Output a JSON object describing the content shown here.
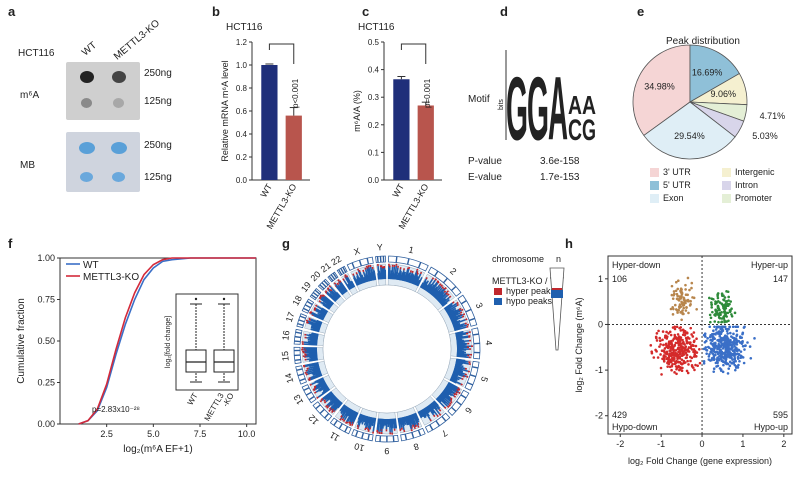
{
  "panels": {
    "a": "a",
    "b": "b",
    "c": "c",
    "d": "d",
    "e": "e",
    "f": "f",
    "g": "g",
    "h": "h"
  },
  "panel_a": {
    "cell_line": "HCT116",
    "col_labels": [
      "WT",
      "METTL3-KO"
    ],
    "row_m6a": "m⁶A",
    "row_mb": "MB",
    "amount_labels": [
      "250ng",
      "125ng",
      "250ng",
      "125ng"
    ]
  },
  "panel_d": {
    "motif_label": "Motif",
    "bits_label": "bits",
    "motif_letters": [
      "G",
      "G",
      "A",
      "A",
      "C",
      "A",
      "G"
    ],
    "stats": [
      {
        "label": "P-value",
        "value": "3.6e-158"
      },
      {
        "label": "E-value",
        "value": "1.7e-153"
      }
    ]
  },
  "panel_e": {
    "title": "Peak distribution",
    "legend": [
      {
        "label": "3' UTR",
        "color": "#f5d5d5"
      },
      {
        "label": "Intergenic",
        "color": "#f5f0d0"
      },
      {
        "label": "5' UTR",
        "color": "#8fc0d8"
      },
      {
        "label": "Intron",
        "color": "#d8d5ea"
      },
      {
        "label": "Exon",
        "color": "#dfeef6"
      },
      {
        "label": "Promoter",
        "color": "#e4efd6"
      }
    ]
  },
  "panel_g": {
    "chromosome_label": "chromosome",
    "n_label": "n",
    "comparison_label": "METTL3-KO / WT",
    "legend": [
      {
        "label": "hyper peaks",
        "color": "#c0272d"
      },
      {
        "label": "hypo peaks",
        "color": "#1f5fae"
      }
    ],
    "chromosomes": [
      "1",
      "2",
      "3",
      "4",
      "5",
      "6",
      "7",
      "8",
      "9",
      "10",
      "11",
      "12",
      "13",
      "14",
      "15",
      "16",
      "17",
      "18",
      "19",
      "20",
      "21",
      "22",
      "X",
      "Y"
    ]
  },
  "chart_data": [
    {
      "panel": "b",
      "type": "bar",
      "title": "HCT116",
      "categories": [
        "WT",
        "METTL3-KO"
      ],
      "values": [
        1.0,
        0.56
      ],
      "errors": [
        0.0,
        0.07
      ],
      "colors": [
        "#1f2f7a",
        "#b8554d"
      ],
      "ylabel": "Relative mRNA m⁶A level",
      "ylim": [
        0,
        1.2
      ],
      "yticks": [
        "0.0",
        "0.2",
        "0.4",
        "0.6",
        "0.8",
        "1.0",
        "1.2"
      ],
      "annotation": "p<0.001"
    },
    {
      "panel": "c",
      "type": "bar",
      "title": "HCT116",
      "categories": [
        "WT",
        "METTL3-KO"
      ],
      "values": [
        0.365,
        0.27
      ],
      "errors": [
        0.01,
        0.012
      ],
      "colors": [
        "#1f2f7a",
        "#b8554d"
      ],
      "ylabel": "m⁶A/A (%)",
      "ylim": [
        0,
        0.5
      ],
      "yticks": [
        "0.0",
        "0.1",
        "0.2",
        "0.3",
        "0.4",
        "0.5"
      ],
      "annotation": "p=0.001"
    },
    {
      "panel": "e",
      "type": "pie",
      "title": "Peak distribution",
      "slices": [
        {
          "label": "3' UTR",
          "value": 34.98,
          "text": "34.98%",
          "color": "#f5d5d5"
        },
        {
          "label": "5' UTR",
          "value": 16.69,
          "text": "16.69%",
          "color": "#8fc0d8"
        },
        {
          "label": "Intergenic",
          "value": 9.06,
          "text": "9.06%",
          "color": "#f5f0d0"
        },
        {
          "label": "Intron",
          "value": 4.71,
          "text": "4.71%",
          "color": "#e4efd6"
        },
        {
          "label": "Promoter",
          "value": 5.03,
          "text": "5.03%",
          "color": "#d8d5ea"
        },
        {
          "label": "Exon",
          "value": 29.54,
          "text": "29.54%",
          "color": "#dfeef6"
        }
      ]
    },
    {
      "panel": "f",
      "type": "line",
      "xlabel": "log₂(m⁶A EF+1)",
      "ylabel": "Cumulative fraction",
      "xlim": [
        0,
        10.5
      ],
      "ylim": [
        0,
        1.0
      ],
      "xticks": [
        "2.5",
        "5.0",
        "7.5",
        "10.0"
      ],
      "yticks": [
        "0.00",
        "0.25",
        "0.50",
        "0.75",
        "1.00"
      ],
      "annotation": "p=2.83x10⁻²⁸",
      "series": [
        {
          "name": "WT",
          "color": "#3b6fc7",
          "x": [
            1.0,
            1.5,
            2.0,
            2.5,
            3.0,
            3.5,
            4.0,
            4.5,
            5.0,
            5.5,
            6.0,
            7.0,
            8.0,
            10.5
          ],
          "y": [
            0.0,
            0.02,
            0.08,
            0.22,
            0.42,
            0.6,
            0.75,
            0.87,
            0.94,
            0.98,
            0.99,
            1.0,
            1.0,
            1.0
          ]
        },
        {
          "name": "METTL3-KO",
          "color": "#d42a3a",
          "x": [
            1.0,
            1.5,
            2.0,
            2.5,
            3.0,
            3.5,
            4.0,
            4.5,
            5.0,
            5.5,
            6.0,
            7.0,
            8.0,
            10.5
          ],
          "y": [
            0.0,
            0.02,
            0.09,
            0.24,
            0.45,
            0.64,
            0.79,
            0.9,
            0.96,
            0.99,
            1.0,
            1.0,
            1.0,
            1.0
          ]
        }
      ],
      "inset": {
        "type": "box",
        "ylabel": "log₂[fold change]",
        "categories": [
          "WT",
          "METTL3-KO"
        ],
        "category_labels": [
          "WT",
          "METTL3",
          "-KO"
        ]
      }
    },
    {
      "panel": "h",
      "type": "scatter",
      "xlabel": "log₂ Fold Change (gene expression)",
      "ylabel": "log₂ Fold Change (m⁶A)",
      "xlim": [
        -2.3,
        2.2
      ],
      "ylim": [
        -2.4,
        1.5
      ],
      "xticks": [
        "-2",
        "-1",
        "0",
        "1",
        "2"
      ],
      "yticks": [
        "-2",
        "-1",
        "0",
        "1"
      ],
      "quadrants": [
        {
          "name": "Hyper-down",
          "count": "106",
          "color": "#b8864d"
        },
        {
          "name": "Hyper-up",
          "count": "147",
          "color": "#2e8b3a"
        },
        {
          "name": "Hypo-down",
          "count": "429",
          "color": "#d42a2a"
        },
        {
          "name": "Hypo-up",
          "count": "595",
          "color": "#3a6fc7"
        }
      ]
    }
  ]
}
